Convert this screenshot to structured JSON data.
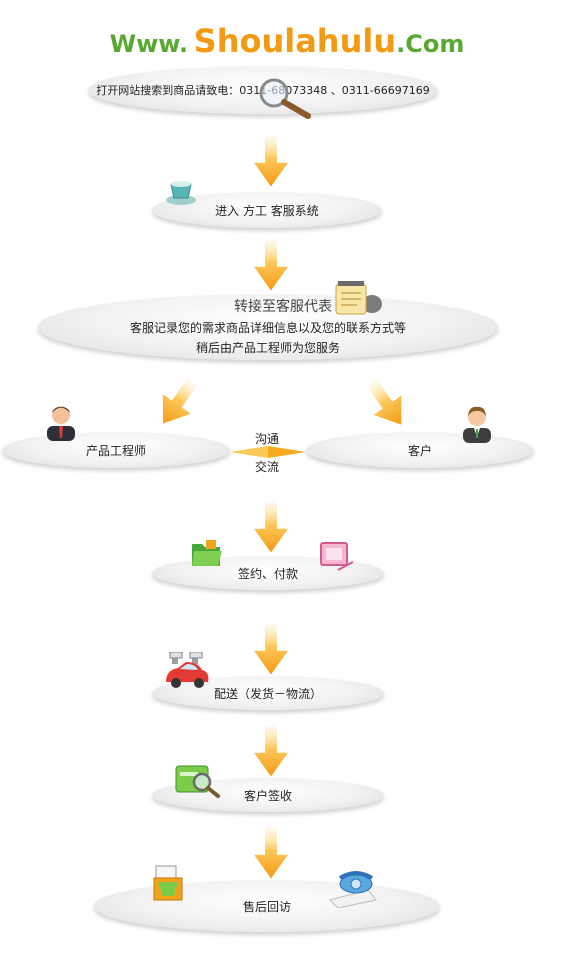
{
  "title": {
    "www": "Www.",
    "brand": "Shoulahulu",
    "com": ".Com"
  },
  "steps": {
    "search": "打开网站搜索到商品请致电：0311-68073348 、0311-66697169",
    "enter": "进入 方工 客服系统",
    "transfer_heading": "转接至客服代表",
    "transfer_line1": "客服记录您的需求商品详细信息以及您的联系方式等",
    "transfer_line2": "稍后由产品工程师为您服务",
    "engineer": "产品工程师",
    "customer": "客户",
    "exchange_top": "沟通",
    "exchange_bottom": "交流",
    "sign": "签约、付款",
    "delivery": "配送（发货－物流）",
    "receipt": "客户签收",
    "aftersale": "售后回访"
  },
  "colors": {
    "arrow": "#f5a91c",
    "green": "#59a832",
    "orange": "#f39a14"
  },
  "icons": [
    "magnifier-icon",
    "teacup-icon",
    "notepad-icon",
    "engineer-avatar-icon",
    "customer-avatar-icon",
    "folder-icon",
    "pink-screen-icon",
    "car-icon",
    "wallet-magnifier-icon",
    "document-tray-icon",
    "telephone-icon"
  ]
}
